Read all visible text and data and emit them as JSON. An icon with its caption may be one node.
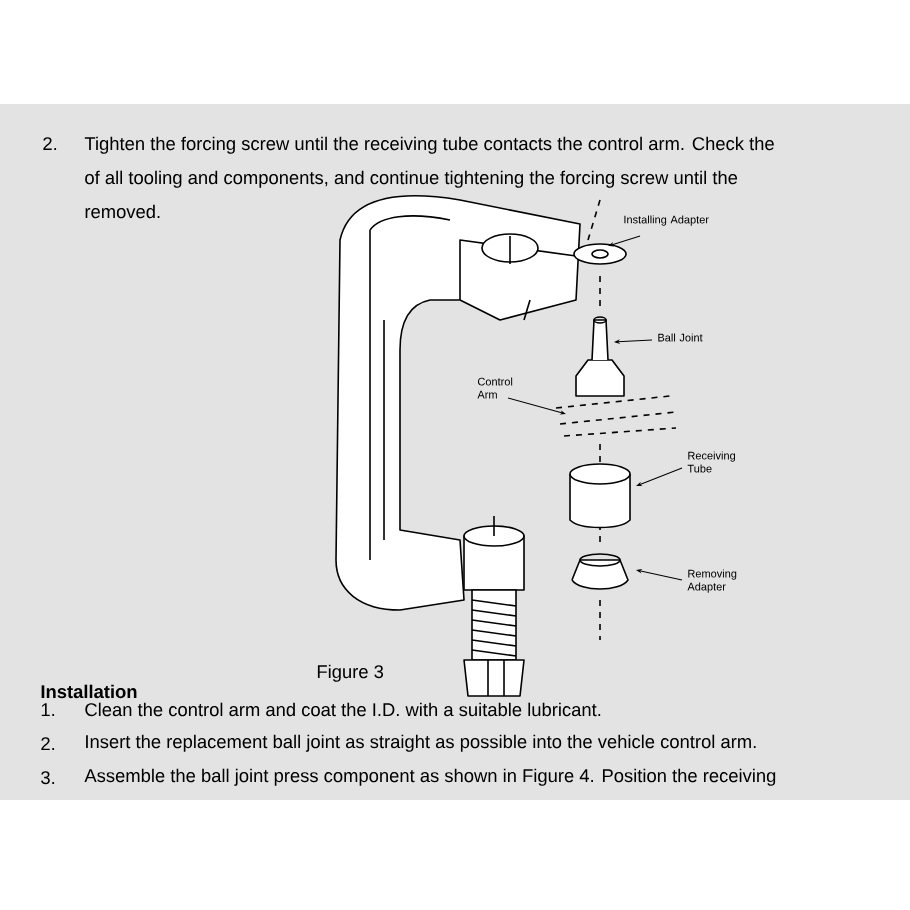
{
  "diagram": {
    "nodes": [
      {
        "text": [
          "Installing Adapter"
        ]
      },
      {
        "text": [
          "Ball Joint"
        ]
      },
      {
        "text": [
          "Control Arm"
        ]
      },
      {
        "text": [
          "Receiving Tube"
        ]
      },
      {
        "text": [
          "Removing Adapter"
        ]
      }
    ],
    "edges": [
      {
        "from": 0,
        "to": null,
        "arrow": "to"
      },
      {
        "from": 1,
        "to": null,
        "arrow": "to"
      },
      {
        "from": 2,
        "to": null,
        "arrow": "to"
      },
      {
        "from": 3,
        "to": null,
        "arrow": "to"
      },
      {
        "from": 4,
        "to": null,
        "arrow": "to"
      }
    ],
    "labels": [
      "2.",
      "Tighten the forcing screw until the receiving tube contacts the control arm. Check the",
      "of all tooling and components, and continue tightening the forcing screw until the",
      "removed.",
      "Figure 3",
      "Installation",
      "1.",
      "Clean the control arm and coat the I.D. with a suitable lubricant.",
      "2.",
      "Insert the replacement ball joint as straight as possible into the vehicle control arm.",
      "3.",
      "Assemble the ball joint press component as shown in Figure 4. Position the receiving"
    ]
  }
}
